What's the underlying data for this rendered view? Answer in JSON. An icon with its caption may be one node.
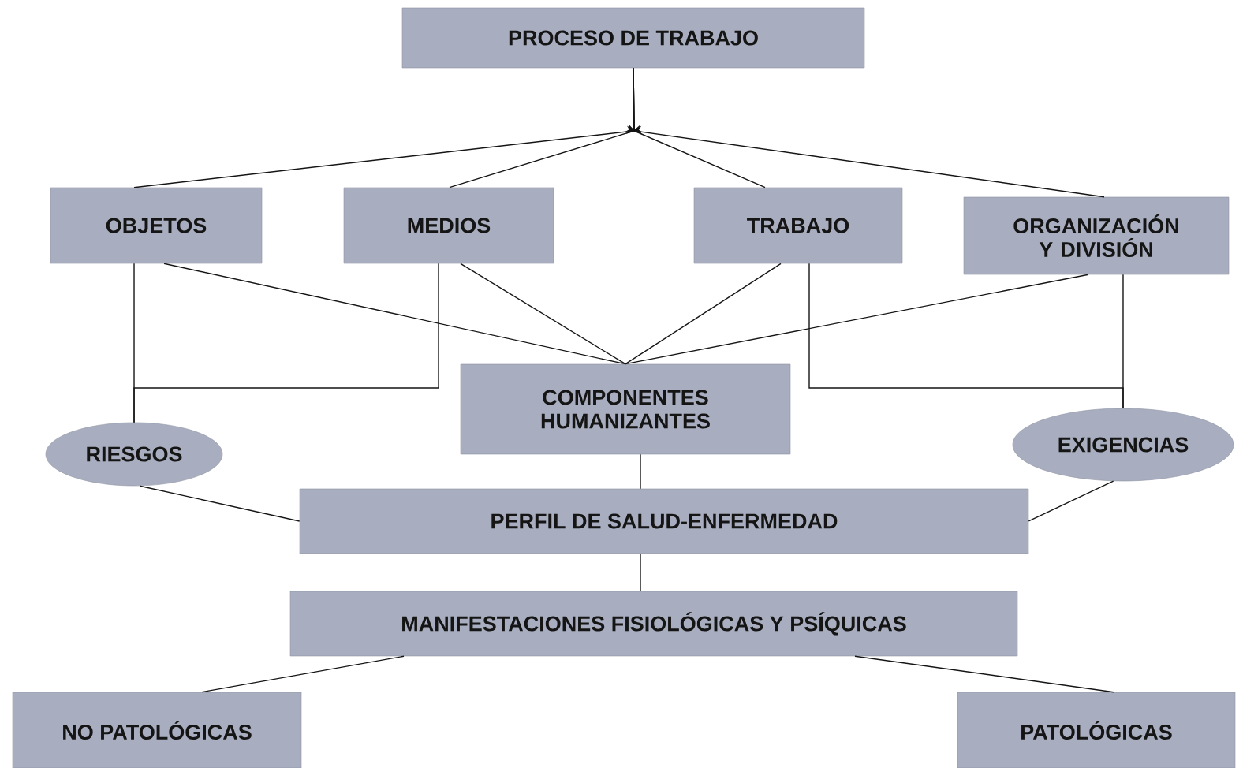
{
  "diagram": {
    "nodes": [
      {
        "text": [
          "PROCESO DE TRABAJO"
        ]
      },
      {
        "text": [
          "OBJETOS"
        ]
      },
      {
        "text": [
          "MEDIOS"
        ]
      },
      {
        "text": [
          "TRABAJO"
        ]
      },
      {
        "text": [
          "ORGANIZACIÓN Y DIVISIÓN"
        ]
      },
      {
        "text": [
          "COMPONENTES HUMANIZANTES"
        ]
      },
      {
        "text": [
          "RIESGOS"
        ]
      },
      {
        "text": [
          "EXIGENCIAS"
        ]
      },
      {
        "text": [
          "PERFIL DE SALUD-ENFERMEDAD"
        ]
      },
      {
        "text": [
          "MANIFESTACIONES FISIOLÓGICAS Y PSÍQUICAS"
        ]
      },
      {
        "text": [
          "NO  PATOLÓGICAS"
        ]
      },
      {
        "text": [
          "PATOLÓGICAS"
        ]
      }
    ],
    "edges": [
      {
        "from": 0,
        "to": 1,
        "arrow": "to"
      },
      {
        "from": 0,
        "to": 2,
        "arrow": "to"
      },
      {
        "from": 0,
        "to": 3,
        "arrow": "to"
      },
      {
        "from": 0,
        "to": 4,
        "arrow": "to"
      },
      {
        "from": 1,
        "to": 5,
        "arrow": "none"
      },
      {
        "from": 2,
        "to": 5,
        "arrow": "none"
      },
      {
        "from": 3,
        "to": 5,
        "arrow": "none"
      },
      {
        "from": 4,
        "to": 5,
        "arrow": "none"
      },
      {
        "from": 1,
        "to": 6,
        "arrow": "none"
      },
      {
        "from": 2,
        "to": 6,
        "arrow": "none"
      },
      {
        "from": 3,
        "to": 7,
        "arrow": "none"
      },
      {
        "from": 4,
        "to": 7,
        "arrow": "none"
      },
      {
        "from": 5,
        "to": 8,
        "arrow": "none"
      },
      {
        "from": 6,
        "to": 8,
        "arrow": "none"
      },
      {
        "from": 7,
        "to": 8,
        "arrow": "none"
      },
      {
        "from": 8,
        "to": 9,
        "arrow": "none"
      },
      {
        "from": 9,
        "to": 10,
        "arrow": "none"
      },
      {
        "from": 9,
        "to": 11,
        "arrow": "none"
      }
    ]
  }
}
